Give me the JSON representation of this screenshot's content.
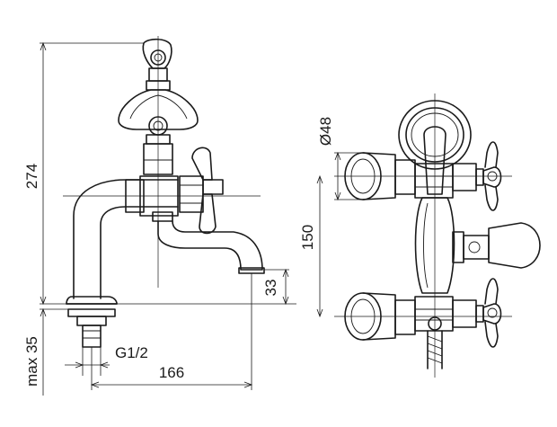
{
  "dimensions": {
    "total_height": "274",
    "spout_height": "33",
    "max_depth": "max 35",
    "thread": "G1/2",
    "spout_reach": "166",
    "handle_diameter": "Ø48",
    "center_distance": "150"
  },
  "colors": {
    "line": "#1a1a1a",
    "background": "#ffffff"
  }
}
